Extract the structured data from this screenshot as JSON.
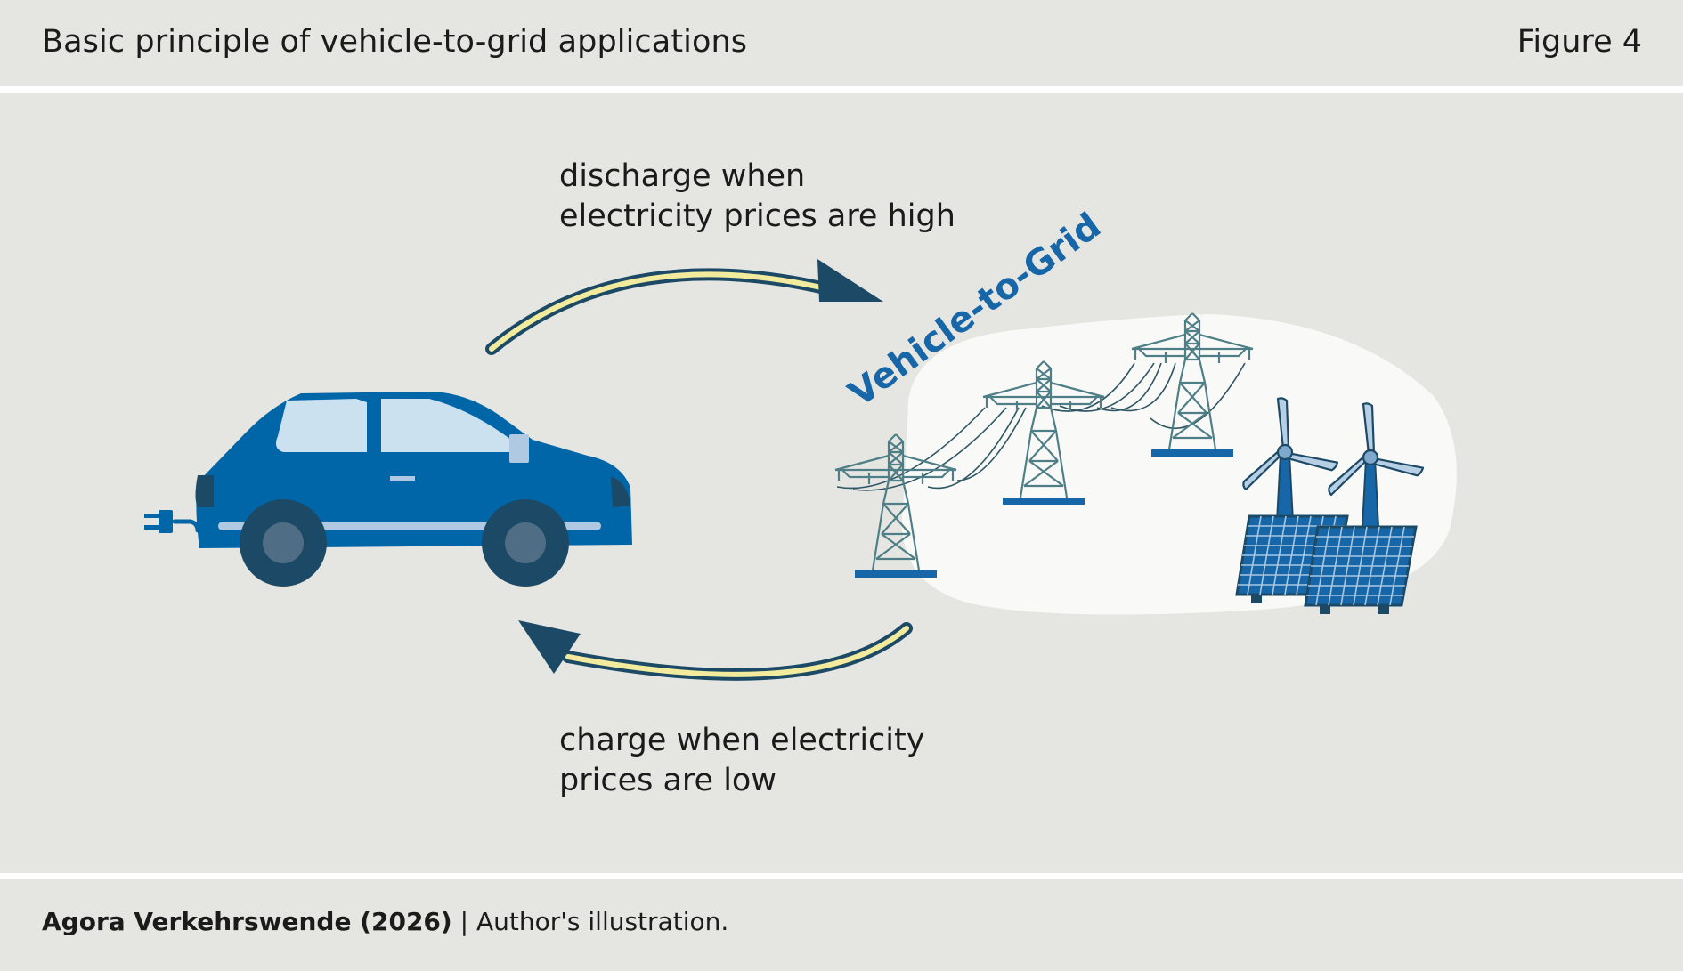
{
  "header": {
    "title": "Basic principle of vehicle-to-grid applications",
    "figure_label": "Figure 4"
  },
  "diagram": {
    "discharge_label": {
      "line1": "discharge when",
      "line2": "electricity prices are high"
    },
    "charge_label": {
      "line1": "charge when electricity",
      "line2": "prices are low"
    },
    "grid_label": "Vehicle-to-Grid"
  },
  "footer": {
    "source": "Agora Verkehrswende (2026)",
    "separator": " | ",
    "note": "Author's illustration."
  },
  "colors": {
    "background": "#e5e6e2",
    "car_body": "#0066a8",
    "car_window": "#cbe1ef",
    "wheel": "#1c4a66",
    "arrow_dark": "#1c4a66",
    "arrow_light": "#f2eb9e",
    "tower": "#4f7f86",
    "grid_label": "#1766a7",
    "solar_panel": "#1766a7"
  },
  "icons": [
    "car-icon",
    "plug-icon",
    "arrow-right-icon",
    "arrow-left-icon",
    "power-tower-icon",
    "wind-turbine-icon",
    "solar-panel-icon"
  ]
}
